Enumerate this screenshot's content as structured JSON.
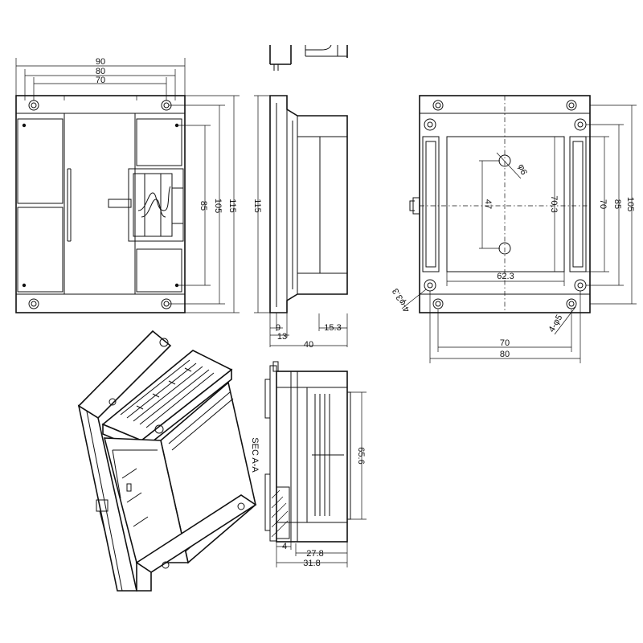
{
  "front_view": {
    "dims": {
      "width_outer": "90",
      "width_mid": "80",
      "width_inner": "70",
      "height_inner": "85",
      "height_mid": "105",
      "height_outer": "115"
    }
  },
  "side_view": {
    "dims": {
      "height": "115",
      "rail_a": "9",
      "rail_b": "13",
      "step": "15.3",
      "depth": "40"
    }
  },
  "back_view": {
    "dims": {
      "hole_dia": "φ6",
      "hole_spacing": "47",
      "inner_height": "70.3",
      "inner_width": "62.3",
      "mount_holes": "4-φ3.3",
      "slot_holes": "4-φ5",
      "width_inner": "70",
      "width_outer": "80",
      "height_inner": "70",
      "height_mid": "85",
      "height_outer": "105"
    }
  },
  "section_view": {
    "label": "SEC A-A",
    "dims": {
      "height": "65.6",
      "wall": "4",
      "depth_inner": "27.8",
      "depth_outer": "31.8"
    }
  },
  "colors": {
    "line": "#111111",
    "background": "#ffffff"
  }
}
